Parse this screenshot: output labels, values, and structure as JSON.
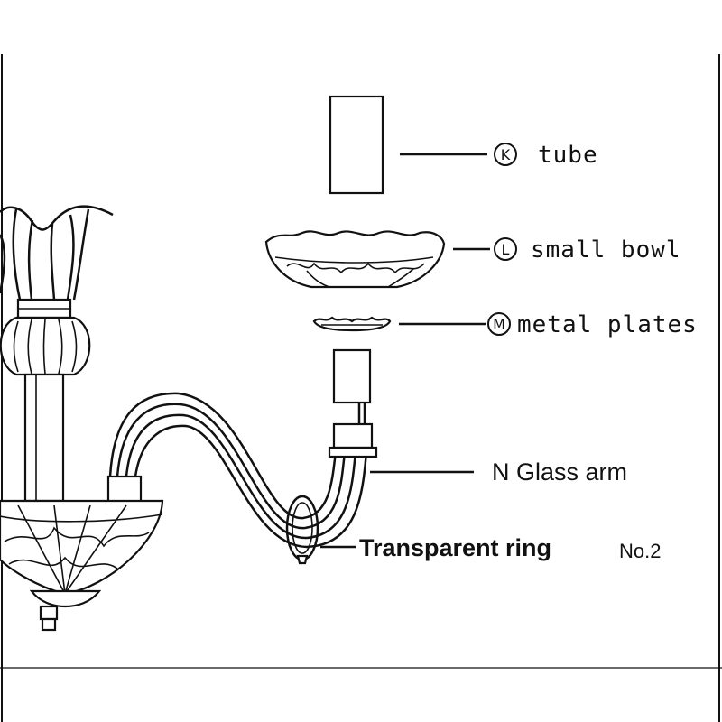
{
  "parts": {
    "k": {
      "letter": "K",
      "name": "tube"
    },
    "l": {
      "letter": "L",
      "name": "small bowl"
    },
    "m": {
      "letter": "M",
      "name": "metal plates"
    },
    "n": {
      "label": "N Glass arm"
    },
    "ring": {
      "label": "Transparent ring"
    }
  },
  "figure_number": "No.2"
}
